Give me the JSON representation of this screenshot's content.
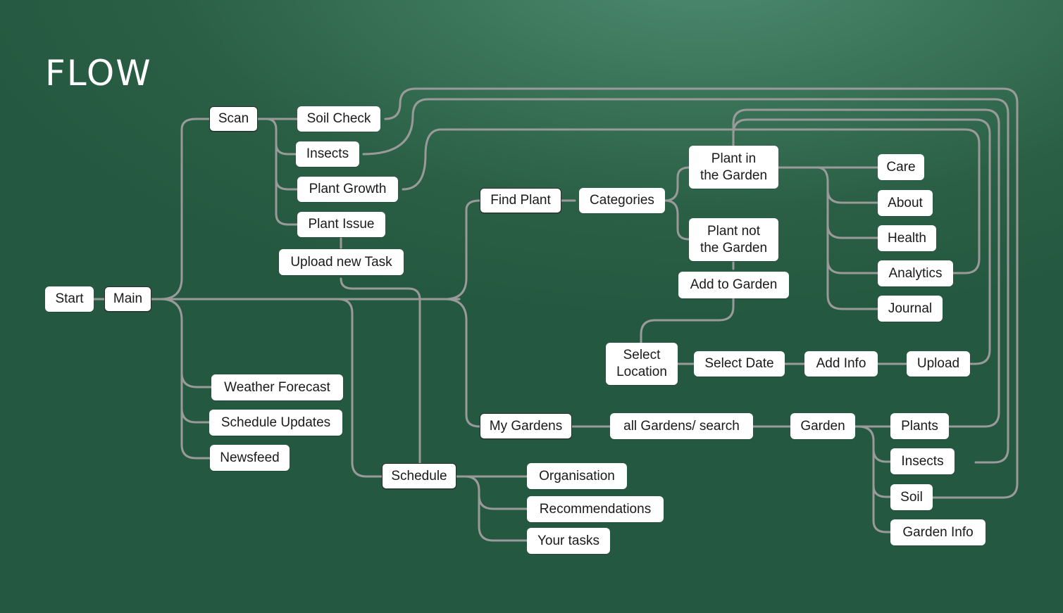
{
  "title": "FLOW",
  "nodes": {
    "start": "Start",
    "main": "Main",
    "scan": "Scan",
    "soil_check": "Soil Check",
    "insects_scan": "Insects",
    "plant_growth": "Plant Growth",
    "plant_issue": "Plant Issue",
    "upload_task": "Upload new Task",
    "find_plant": "Find Plant",
    "categories": "Categories",
    "plant_in": "Plant in\nthe Garden",
    "plant_not": "Plant not\nthe Garden",
    "add_to_garden": "Add to Garden",
    "care": "Care",
    "about": "About",
    "health": "Health",
    "analytics": "Analytics",
    "journal": "Journal",
    "select_location": "Select\nLocation",
    "select_date": "Select Date",
    "add_info": "Add Info",
    "upload": "Upload",
    "weather": "Weather Forecast",
    "schedule_updates": "Schedule Updates",
    "newsfeed": "Newsfeed",
    "my_gardens": "My Gardens",
    "all_gardens": "all Gardens/ search",
    "garden": "Garden",
    "plants": "Plants",
    "insects_garden": "Insects",
    "soil": "Soil",
    "garden_info": "Garden Info",
    "schedule": "Schedule",
    "organisation": "Organisation",
    "recommendations": "Recommendations",
    "your_tasks": "Your tasks"
  }
}
